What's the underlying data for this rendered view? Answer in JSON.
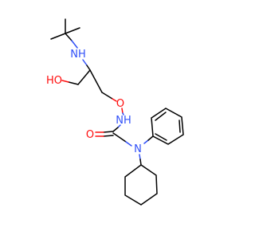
{
  "molecule": {
    "atoms": {
      "nh_top": "NH",
      "nh_mid": "NH",
      "n_urea": "N",
      "o_ho": "HO",
      "o_ether": "O",
      "o_carbonyl": "O"
    }
  },
  "colors": {
    "carbon": "#000000",
    "nitrogen": "#3050F8",
    "oxygen": "#FF0D0D",
    "background": "#FFFFFF"
  }
}
